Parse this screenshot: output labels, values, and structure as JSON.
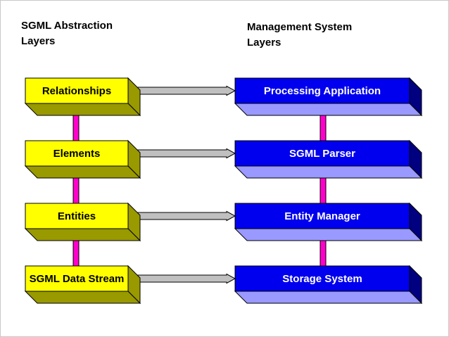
{
  "left_heading": {
    "line1": "SGML Abstraction",
    "line2": "Layers"
  },
  "right_heading": {
    "line1": "Management System",
    "line2": "Layers"
  },
  "left_layers": [
    "Relationships",
    "Elements",
    "Entities",
    "SGML Data Stream"
  ],
  "right_layers": [
    "Processing Application",
    "SGML Parser",
    "Entity Manager",
    "Storage System"
  ],
  "colors": {
    "left_front": "#ffff00",
    "left_side": "#999900",
    "left_bottom": "#999900",
    "right_front": "#0000ee",
    "right_side": "#000080",
    "right_bottom": "#9999ff",
    "vertical_arrow": "#ff00cc",
    "horizontal_arrow": "#c0c0c0",
    "left_text": "#000000",
    "right_text": "#ffffff"
  }
}
